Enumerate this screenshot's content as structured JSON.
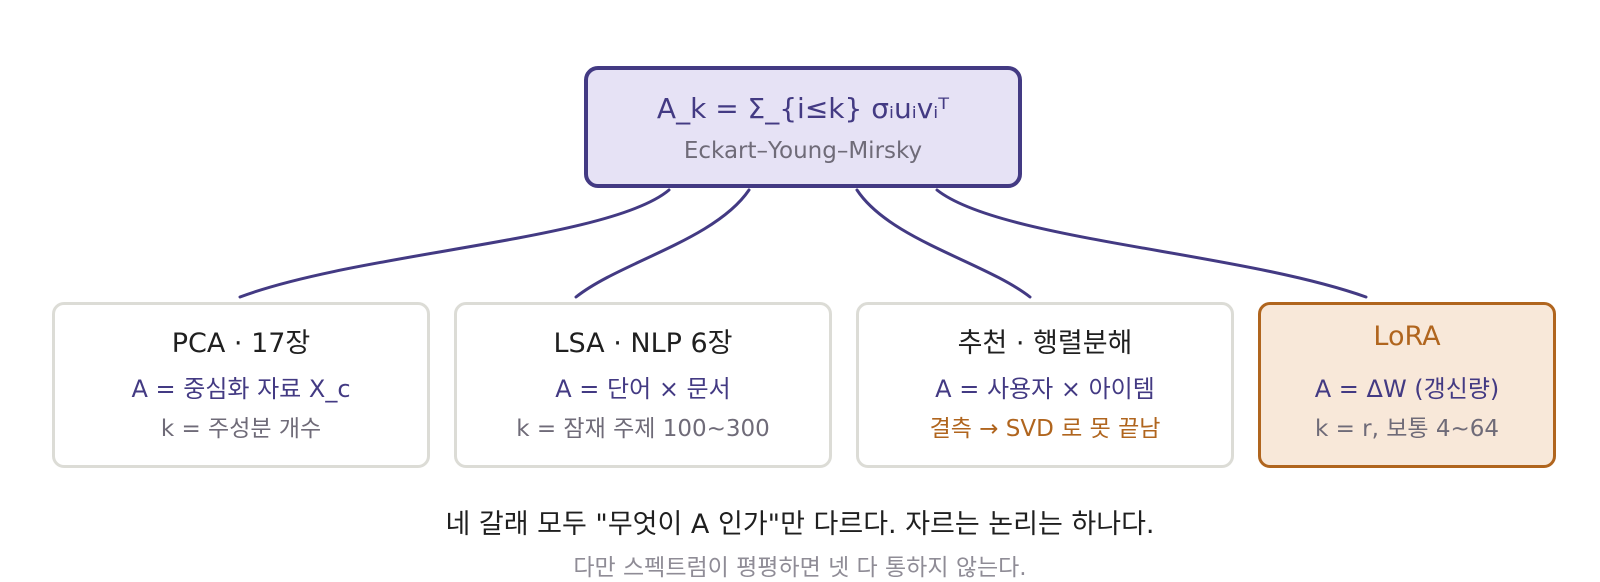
{
  "root": {
    "formula": "A_k = Σ_{i≤k} σᵢuᵢvᵢᵀ",
    "subtitle": "Eckart–Young–Mirsky"
  },
  "branches": [
    {
      "title": "PCA · 17장",
      "line1": "A = 중심화 자료 X_c",
      "line2": "k = 주성분 개수"
    },
    {
      "title": "LSA · NLP 6장",
      "line1": "A = 단어 × 문서",
      "line2": "k = 잠재 주제 100~300"
    },
    {
      "title": "추천 · 행렬분해",
      "line1": "A = 사용자 × 아이템",
      "line2": "결측 → SVD 로 못 끝남"
    },
    {
      "title": "LoRA",
      "line1": "A = ΔW (갱신량)",
      "line2": "k = r, 보통 4~64"
    }
  ],
  "caption": {
    "main": "네 갈래 모두 \"무엇이 A 인가\"만 다르다. 자르는 논리는 하나다.",
    "sub": "다만 스펙트럼이 평평하면 넷 다 통하지 않는다."
  },
  "colors": {
    "root_fill": "#e6e2f5",
    "root_border": "#433a83",
    "connector": "#433a83",
    "box_border": "#dcdcd6",
    "highlight_fill": "#f8e8d9",
    "highlight_border": "#b0651e",
    "warning_text": "#b0651e",
    "muted_text": "#6f6b78"
  }
}
